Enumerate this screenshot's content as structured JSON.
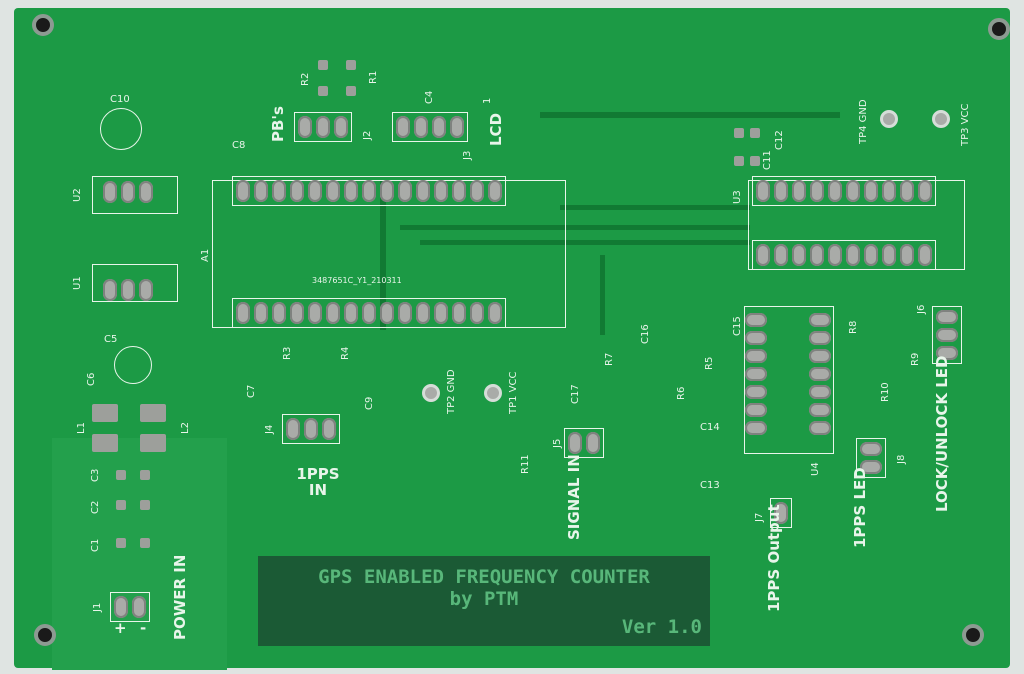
{
  "title": {
    "line1": "GPS ENABLED FREQUENCY COUNTER",
    "line2": "by PTM",
    "version": "Ver 1.0"
  },
  "module_code": "3487651C_Y1_210311",
  "refs": {
    "C10": "C10",
    "U2": "U2",
    "U1": "U1",
    "C5": "C5",
    "C6": "C6",
    "L1": "L1",
    "L2": "L2",
    "C3": "C3",
    "C2": "C2",
    "C1": "C1",
    "J1": "J1",
    "plus": "+",
    "minus": "-",
    "C8": "C8",
    "A1": "A1",
    "R2": "R2",
    "R1": "R1",
    "J2": "J2",
    "C4": "C4",
    "J3": "J3",
    "R3": "R3",
    "R4": "R4",
    "C7": "C7",
    "C9": "C9",
    "J4": "J4",
    "R11": "R11",
    "J5": "J5",
    "C17": "C17",
    "R7": "R7",
    "C16": "C16",
    "R6": "R6",
    "R5": "R5",
    "C15": "C15",
    "C14": "C14",
    "C13": "C13",
    "U4": "U4",
    "J7": "J7",
    "C11": "C11",
    "C12": "C12",
    "U3": "U3",
    "R8": "R8",
    "R9": "R9",
    "J6": "J6",
    "R10": "R10",
    "J8": "J8",
    "pin1": "1"
  },
  "labels": {
    "power_in": "POWER IN",
    "pbs": "PB's",
    "lcd": "LCD",
    "pps_in": "1PPS IN",
    "signal_in": "SIGNAL IN",
    "pps_output": "1PPS Output",
    "pps_led": "1PPS LED",
    "lock_led": "LOCK/UNLOCK LED"
  },
  "testpoints": {
    "tp1": "TP1 VCC",
    "tp2": "TP2 GND",
    "tp3": "TP3 VCC",
    "tp4": "TP4 GND"
  }
}
